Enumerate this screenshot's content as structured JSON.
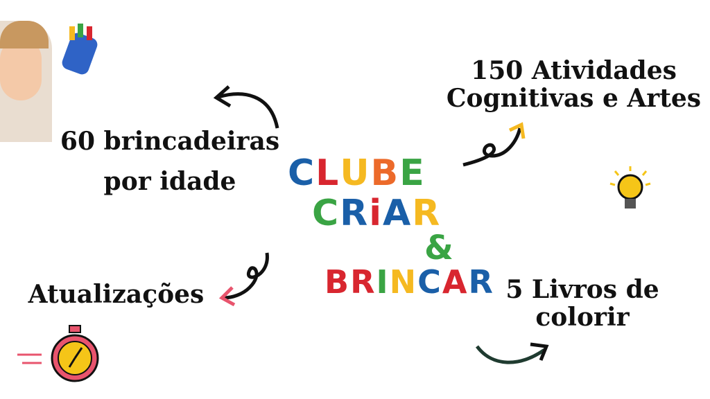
{
  "logo": {
    "line1": [
      {
        "c": "C",
        "color": "#1a5fa8"
      },
      {
        "c": "L",
        "color": "#d8262f"
      },
      {
        "c": "U",
        "color": "#f5b921"
      },
      {
        "c": "B",
        "color": "#ec6a2a"
      },
      {
        "c": "E",
        "color": "#3aa444"
      }
    ],
    "line2": [
      {
        "c": "C",
        "color": "#3aa444"
      },
      {
        "c": "R",
        "color": "#1a5fa8"
      },
      {
        "c": "i",
        "color": "#d8262f"
      },
      {
        "c": "A",
        "color": "#1a5fa8"
      },
      {
        "c": "R",
        "color": "#f5b921"
      }
    ],
    "ampersand": {
      "c": "&",
      "color": "#3aa444"
    },
    "line3": [
      {
        "c": "B",
        "color": "#d8262f"
      },
      {
        "c": "R",
        "color": "#d8262f"
      },
      {
        "c": "I",
        "color": "#3aa444"
      },
      {
        "c": "N",
        "color": "#f5b921"
      },
      {
        "c": "C",
        "color": "#1a5fa8"
      },
      {
        "c": "A",
        "color": "#d8262f"
      },
      {
        "c": "R",
        "color": "#1a5fa8"
      }
    ]
  },
  "features": {
    "brincadeiras": [
      "60 brincadeiras",
      "por idade"
    ],
    "atividades": [
      "150 Atividades",
      "Cognitivas e Artes"
    ],
    "atualizacoes": "Atualizações",
    "livros": [
      "5 Livros de",
      "colorir"
    ]
  }
}
